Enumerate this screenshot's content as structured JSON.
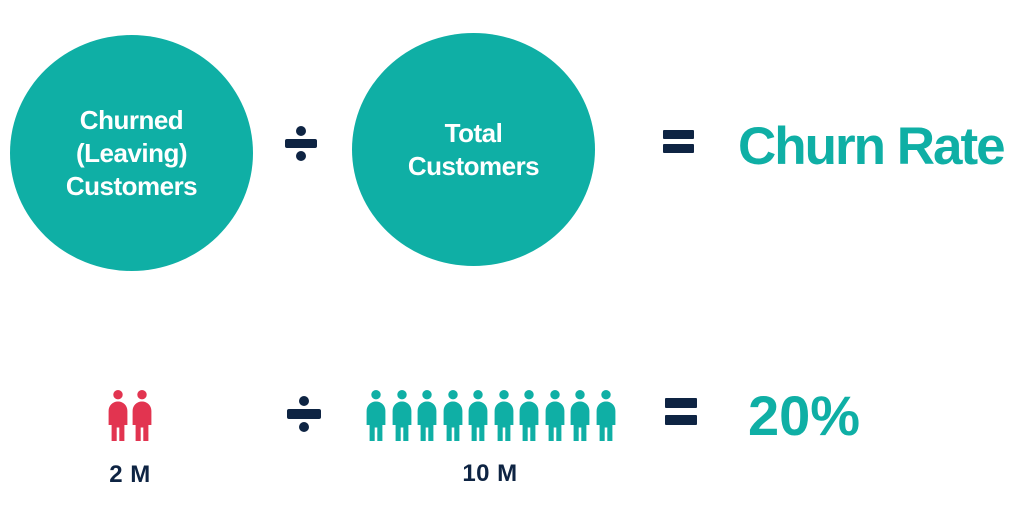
{
  "colors": {
    "teal": "#0FAFA5",
    "navy": "#0E2443",
    "red": "#E23450",
    "background": "#FFFFFF",
    "circle_text": "#FFFFFF"
  },
  "formula_row": {
    "numerator_lines": [
      "Churned",
      "(Leaving)",
      "Customers"
    ],
    "divide_symbol": "÷",
    "denominator_lines": [
      "Total",
      "Customers"
    ],
    "equals_symbol": "=",
    "result_label": "Churn Rate"
  },
  "example_row": {
    "churned": {
      "count": 2,
      "color": "#E23450",
      "label": "2 M"
    },
    "divide_symbol": "÷",
    "total": {
      "count": 10,
      "color": "#0FAFA5",
      "label": "10 M"
    },
    "equals_symbol": "=",
    "result_label": "20%"
  }
}
